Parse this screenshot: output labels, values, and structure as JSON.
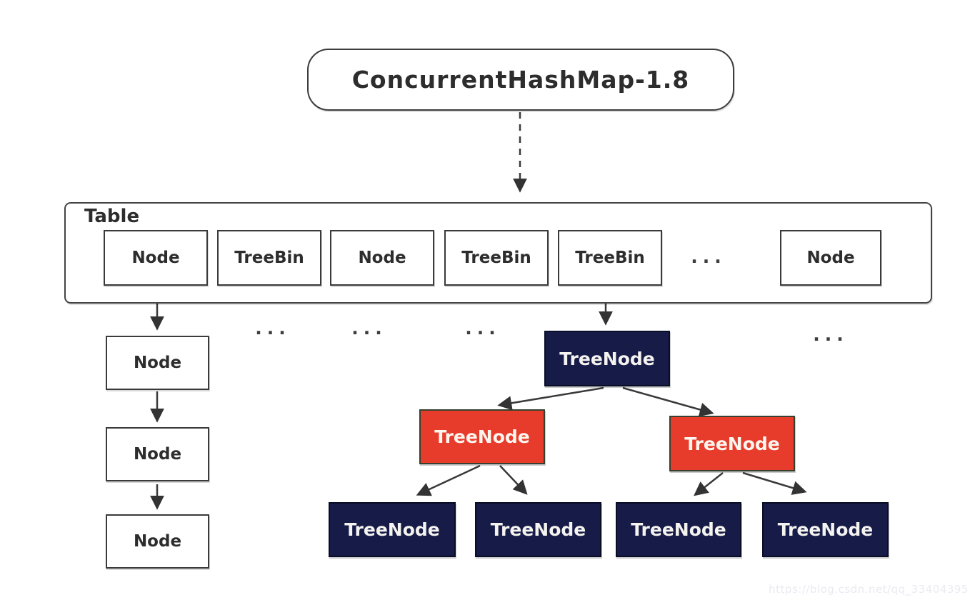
{
  "title": "ConcurrentHashMap-1.8",
  "table": {
    "label": "Table",
    "cells": [
      "Node",
      "TreeBin",
      "Node",
      "TreeBin",
      "TreeBin",
      "...",
      "Node"
    ]
  },
  "linked_list": [
    "Node",
    "Node",
    "Node"
  ],
  "tree": {
    "root": "TreeNode",
    "children": [
      "TreeNode",
      "TreeNode"
    ],
    "leaves": [
      "TreeNode",
      "TreeNode",
      "TreeNode",
      "TreeNode"
    ]
  },
  "dots": "...",
  "watermark": "https://blog.csdn.net/qq_33404395",
  "colors": {
    "outline": "#3a3a3a",
    "tree_node_dark": "#161b47",
    "tree_node_red": "#e73b2c",
    "text_dark": "#2d2d2d",
    "watermark_gray": "#eaeaf2"
  }
}
